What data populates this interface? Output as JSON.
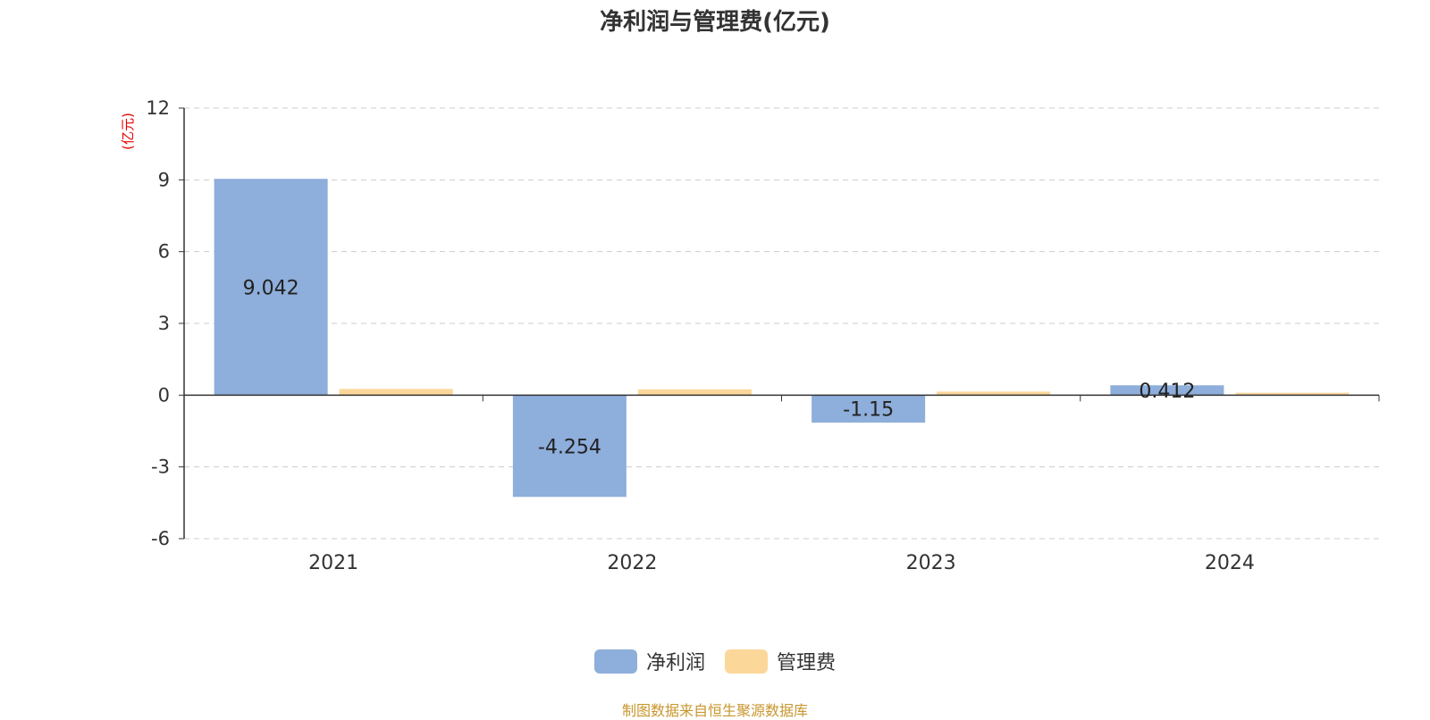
{
  "title": "净利润与管理费(亿元)",
  "source": "制图数据来自恒生聚源数据库",
  "colors": {
    "series0": "#8eaedb",
    "series1": "#fcd79a",
    "axis": "#333333",
    "grid": "#cccccc",
    "unit": "#e60000",
    "source": "#c8962d"
  },
  "chart_data": {
    "type": "bar",
    "title": "净利润与管理费(亿元)",
    "ylabel": "(亿元)",
    "categories": [
      "2021",
      "2022",
      "2023",
      "2024"
    ],
    "series": [
      {
        "name": "净利润",
        "values": [
          9.042,
          -4.254,
          -1.15,
          0.412
        ],
        "labels": [
          "9.042",
          "-4.254",
          "-1.15",
          "0.412"
        ]
      },
      {
        "name": "管理费",
        "values": [
          0.26,
          0.24,
          0.15,
          0.1
        ]
      }
    ],
    "ylim": [
      -6,
      12
    ],
    "yticks": [
      -6,
      -3,
      0,
      3,
      6,
      9,
      12
    ],
    "grid": true,
    "legend": "bottom-center"
  }
}
